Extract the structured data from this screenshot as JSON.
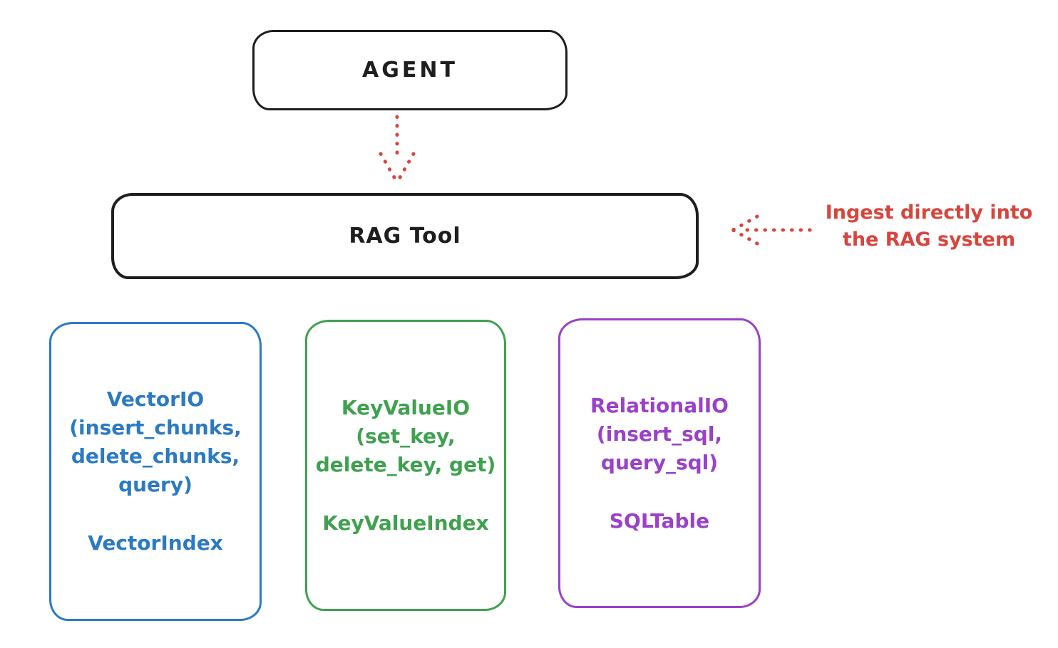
{
  "colors": {
    "ink": "#1e1e1e",
    "red": "#d8453c",
    "blue": "#2b7ac2",
    "green": "#3fa14f",
    "purple": "#9a41c8"
  },
  "agent": {
    "label": "AGENT"
  },
  "rag_tool": {
    "label": "RAG Tool"
  },
  "annotation": {
    "text": "Ingest directly into\nthe RAG system"
  },
  "io_boxes": [
    {
      "id": "vector-io",
      "methods": "VectorIO\n(insert_chunks,\ndelete_chunks,\nquery)",
      "index": "VectorIndex"
    },
    {
      "id": "keyvalue-io",
      "methods": "KeyValueIO\n(set_key,\ndelete_key, get)",
      "index": "KeyValueIndex"
    },
    {
      "id": "relational-io",
      "methods": "RelationalIO\n(insert_sql,\nquery_sql)",
      "index": "SQLTable"
    }
  ]
}
